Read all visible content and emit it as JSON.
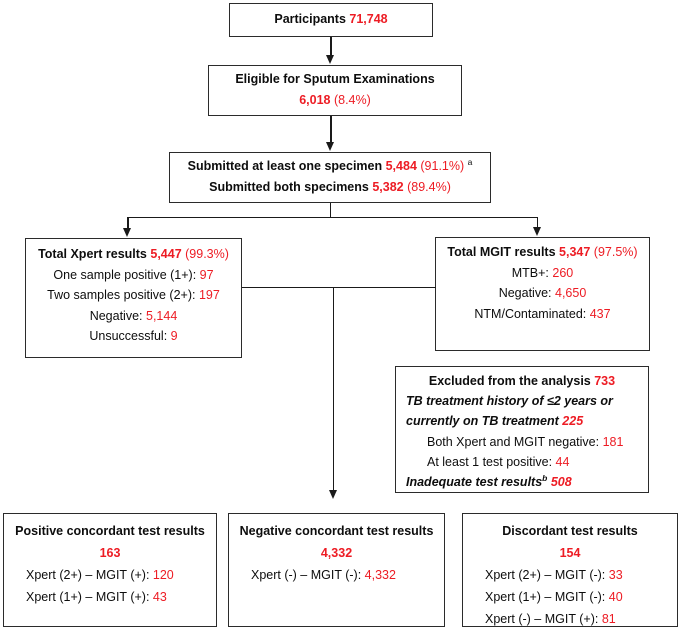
{
  "colors": {
    "accent_red": "#ed1c24",
    "text_black": "#0d0d0d",
    "box_border": "#2b2b2b",
    "background": "#ffffff"
  },
  "flowchart": {
    "participants": {
      "label": "Participants",
      "value": "71,748"
    },
    "eligible": {
      "title": "Eligible for Sputum Examinations",
      "value": "6,018",
      "pct": "(8.4%)"
    },
    "submitted": {
      "line1": {
        "label": "Submitted at least one specimen",
        "value": "5,484",
        "pct": "(91.1%)",
        "footnote": "a"
      },
      "line2": {
        "label": "Submitted both specimens",
        "value": "5,382",
        "pct": "(89.4%)"
      }
    },
    "xpert": {
      "title": {
        "label": "Total Xpert results",
        "value": "5,447",
        "pct": "(99.3%)"
      },
      "rows": [
        {
          "label": "One sample positive (1+):",
          "value": "97"
        },
        {
          "label": "Two samples positive (2+):",
          "value": "197"
        },
        {
          "label": "Negative:",
          "value": "5,144"
        },
        {
          "label": "Unsuccessful:",
          "value": "9"
        }
      ]
    },
    "mgit": {
      "title": {
        "label": "Total MGIT results",
        "value": "5,347",
        "pct": "(97.5%)"
      },
      "rows": [
        {
          "label": "MTB+:",
          "value": "260"
        },
        {
          "label": "Negative:",
          "value": "4,650"
        },
        {
          "label": "NTM/Contaminated:",
          "value": "437"
        }
      ]
    },
    "excluded": {
      "title": {
        "label": "Excluded from the analysis",
        "value": "733"
      },
      "treatment_line1": "TB treatment history of ≤2 years or",
      "treatment_line2": {
        "label": "currently on TB treatment",
        "value": "225"
      },
      "sub_rows": [
        {
          "label": "Both Xpert and MGIT negative:",
          "value": "181"
        },
        {
          "label": "At least 1 test positive:",
          "value": "44"
        }
      ],
      "inadequate": {
        "label": "Inadequate test results",
        "footnote": "b",
        "value": "508"
      }
    },
    "outcomes": {
      "positive": {
        "title": "Positive concordant test results",
        "total": "163",
        "rows": [
          {
            "label": "Xpert (2+) – MGIT (+):",
            "value": "120"
          },
          {
            "label": "Xpert (1+) – MGIT (+):",
            "value": "43"
          }
        ]
      },
      "negative": {
        "title": "Negative concordant test results",
        "total": "4,332",
        "rows": [
          {
            "label": "Xpert (-) – MGIT (-):",
            "value": "4,332"
          }
        ]
      },
      "discordant": {
        "title": "Discordant test results",
        "total": "154",
        "rows": [
          {
            "label": "Xpert (2+) – MGIT (-):",
            "value": "33"
          },
          {
            "label": "Xpert (1+) – MGIT (-):",
            "value": "40"
          },
          {
            "label": "Xpert (-) – MGIT (+):",
            "value": "81"
          }
        ]
      }
    }
  }
}
